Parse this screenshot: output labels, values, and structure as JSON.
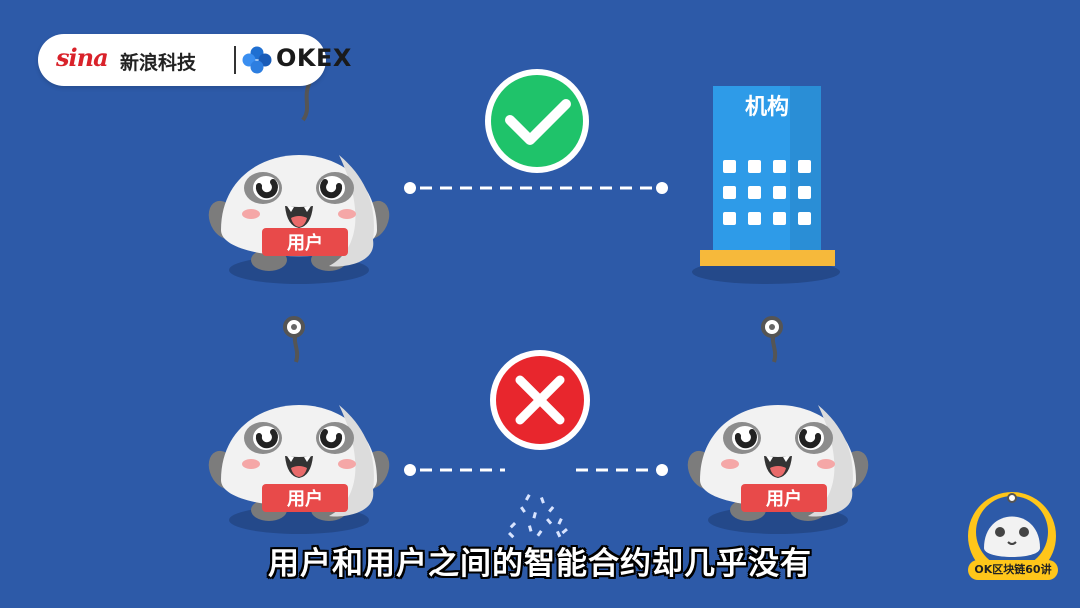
{
  "header": {
    "brand_sina": "sina",
    "brand_sina_tech": "新浪科技",
    "brand_okex": "OKEX"
  },
  "scene": {
    "institution_label": "机构",
    "user_label": "用户",
    "status_top": "check-icon",
    "status_bottom": "cross-icon"
  },
  "subtitle": "用户和用户之间的智能合约却几乎没有",
  "corner_badge": {
    "label": "OK区块链60讲"
  },
  "colors": {
    "background": "#2d5aa8",
    "check": "#1fc36a",
    "cross": "#e8262d",
    "building": "#2e9be8",
    "badge": "#ffc61a",
    "user_tag": "#e84a4a"
  }
}
